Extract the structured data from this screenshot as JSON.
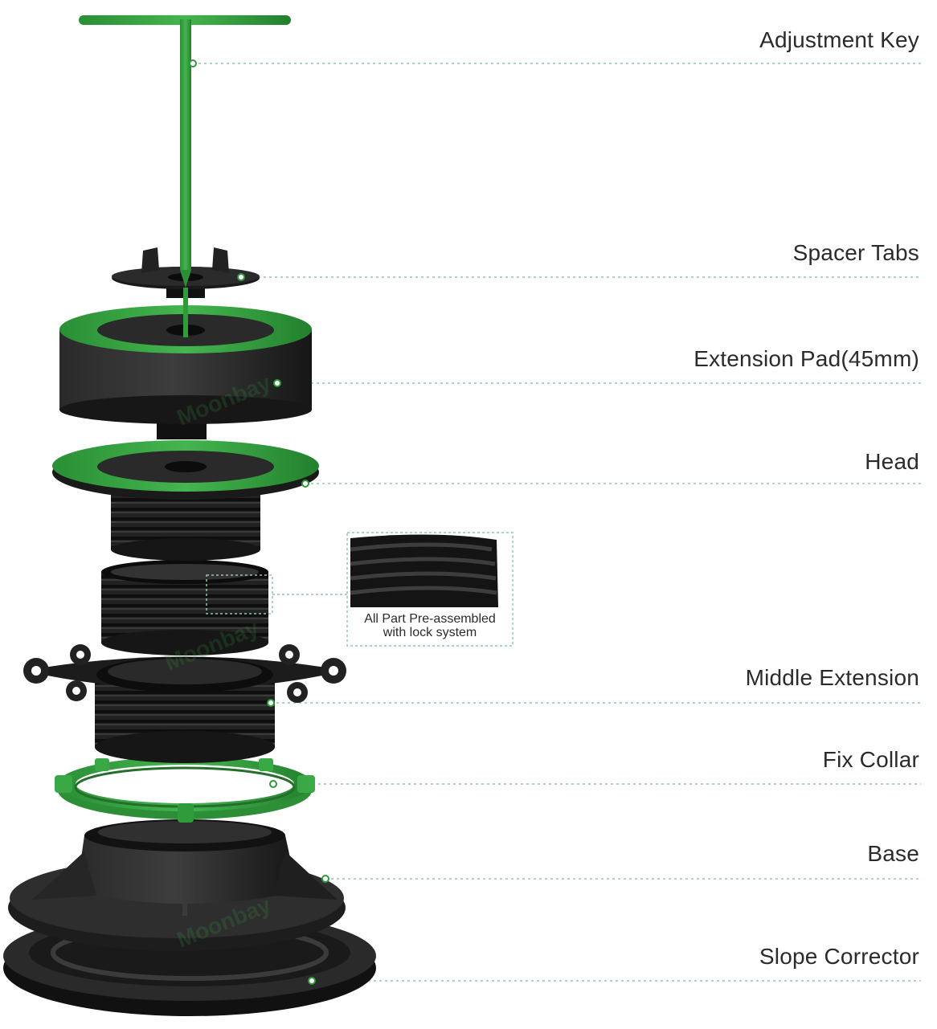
{
  "labels": {
    "adjustment_key": "Adjustment Key",
    "spacer_tabs": "Spacer Tabs",
    "extension_pad": "Extension Pad(45mm)",
    "head": "Head",
    "middle_extension": "Middle Extension",
    "fix_collar": "Fix Collar",
    "base": "Base",
    "slope_corrector": "Slope Corrector"
  },
  "inset": {
    "caption_line1": "All Part Pre-assembled",
    "caption_line2": "with lock system"
  },
  "watermark": "Moonbay",
  "colors": {
    "accent_green": "#2e9a3a",
    "part_black": "#1c1c1c",
    "leader_line": "#8fc9a6"
  }
}
